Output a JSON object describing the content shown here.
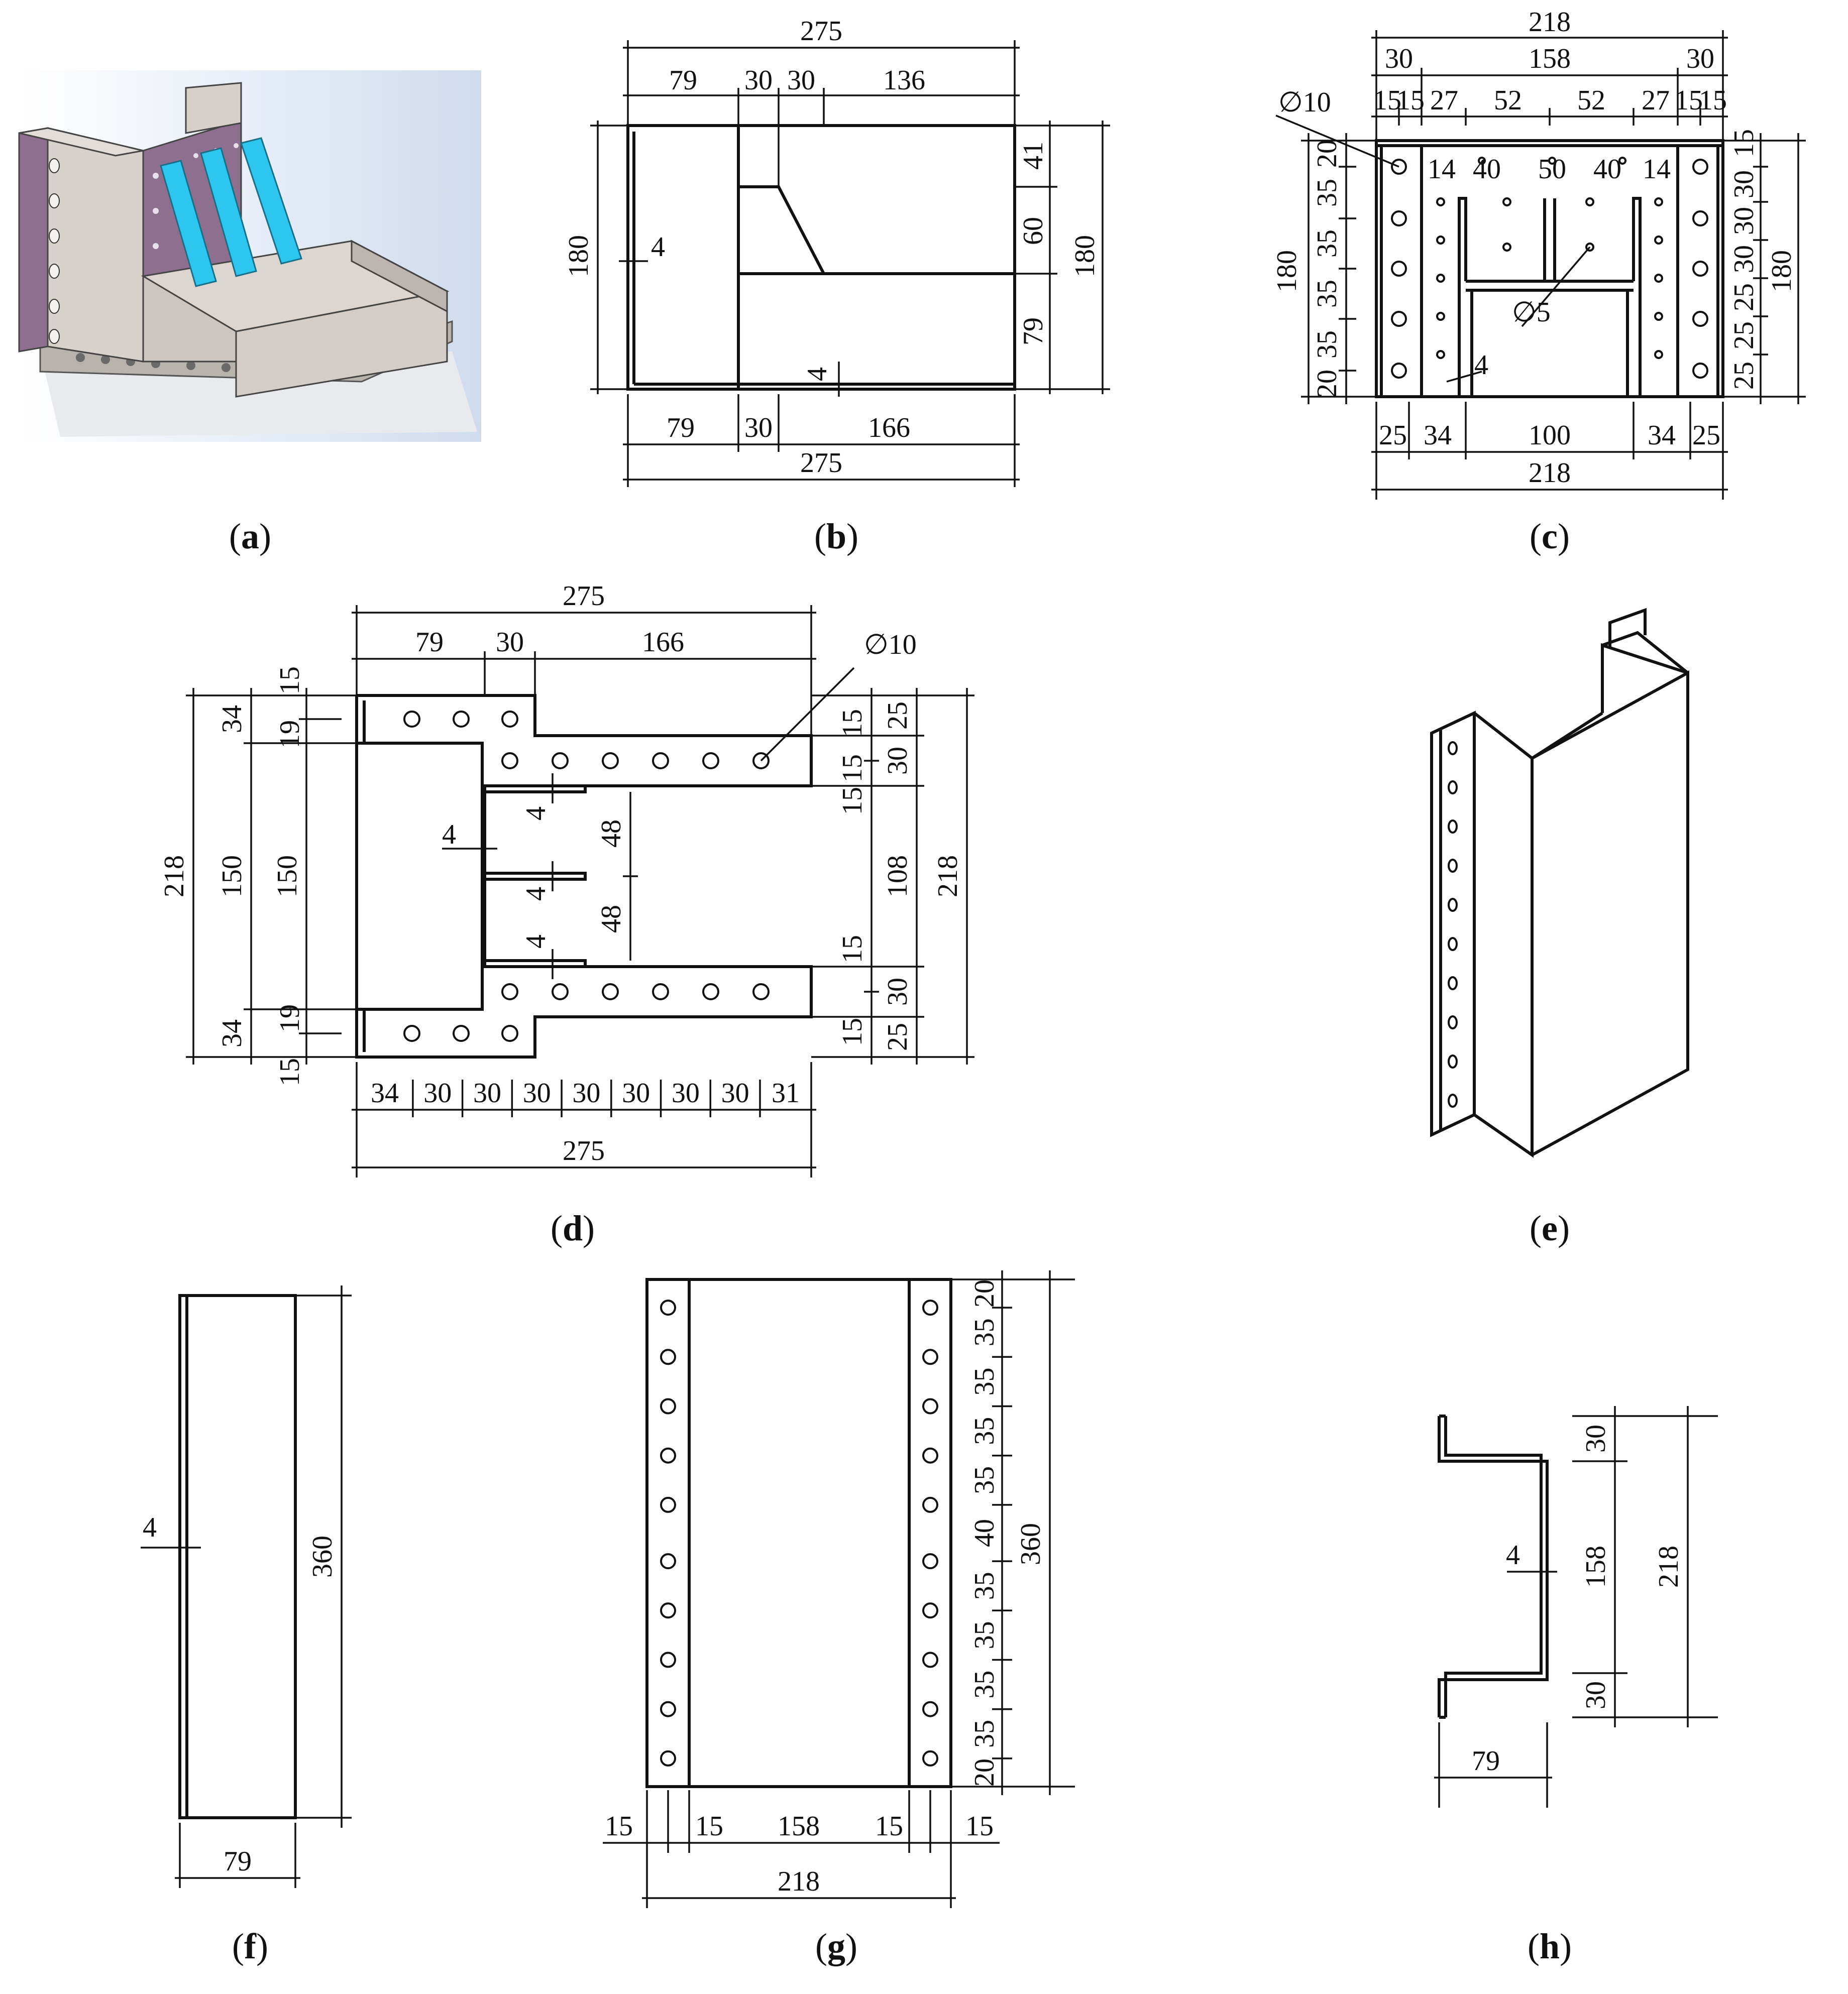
{
  "captions": {
    "a": "a",
    "b": "b",
    "c": "c",
    "d": "d",
    "e": "e",
    "f": "f",
    "g": "g",
    "h": "h"
  },
  "b": {
    "top_total": "275",
    "top_79": "79",
    "top_30a": "30",
    "top_30b": "30",
    "top_136": "136",
    "left_180": "180",
    "thk_4a": "4",
    "thk_4b": "4",
    "r_41": "41",
    "r_60": "60",
    "r_79": "79",
    "r_180": "180",
    "bot_79": "79",
    "bot_30": "30",
    "bot_166": "166",
    "bot_total": "275"
  },
  "c": {
    "top_218": "218",
    "top_30a": "30",
    "top_158": "158",
    "top_30b": "30",
    "s1": "15",
    "s2": "15",
    "s3": "27",
    "s4": "52",
    "s5": "52",
    "s6": "27",
    "s7": "15",
    "s8": "15",
    "dia10": "∅10",
    "dia5": "∅5",
    "in14a": "14",
    "in40a": "40",
    "in50": "50",
    "in40b": "40",
    "in14b": "14",
    "l20a": "20",
    "l35a": "35",
    "l35b": "35",
    "l35c": "35",
    "l35d": "35",
    "l20b": "20",
    "l180": "180",
    "r15": "15",
    "r30a": "30",
    "r30b": "30",
    "r30c": "30",
    "r25a": "25",
    "r25b": "25",
    "r25c": "25",
    "r180": "180",
    "thk4": "4",
    "b25a": "25",
    "b34a": "34",
    "b100": "100",
    "b34b": "34",
    "b25b": "25",
    "b218": "218"
  },
  "d": {
    "top_275": "275",
    "top_79": "79",
    "top_30": "30",
    "top_166": "166",
    "dia10": "∅10",
    "l218": "218",
    "l34a": "34",
    "l150a": "150",
    "l150b": "150",
    "l34b": "34",
    "l15a": "15",
    "l19a": "19",
    "l19b": "19",
    "l15b": "15",
    "thk4": "4",
    "in4a": "4",
    "in4b": "4",
    "in4c": "4",
    "in48a": "48",
    "in48b": "48",
    "r15a": "15",
    "r25a": "25",
    "r15b": "15",
    "r30a": "30",
    "r15c": "15",
    "r108": "108",
    "r15d": "15",
    "r30b": "30",
    "r15e": "15",
    "r25b": "25",
    "r218": "218",
    "bot": [
      "34",
      "30",
      "30",
      "30",
      "30",
      "30",
      "30",
      "30",
      "31"
    ],
    "bot_total": "275"
  },
  "f": {
    "thk": "4",
    "h": "360",
    "w": "79"
  },
  "g": {
    "rows": [
      "20",
      "35",
      "35",
      "35",
      "35",
      "40",
      "35",
      "35",
      "35",
      "35",
      "20"
    ],
    "h360": "360",
    "b15a": "15",
    "b15b": "15",
    "b158": "158",
    "b15c": "15",
    "b15d": "15",
    "b218": "218"
  },
  "h": {
    "t30a": "30",
    "t158": "158",
    "t30b": "30",
    "t218": "218",
    "thk": "4",
    "w79": "79"
  },
  "colors": {
    "line": "#111111",
    "panel_purple": "#8e6f8f",
    "panel_grey": "#d8d2cc",
    "stiffener": "#2cc6ee",
    "bg_sky": "#d6e3f2"
  }
}
